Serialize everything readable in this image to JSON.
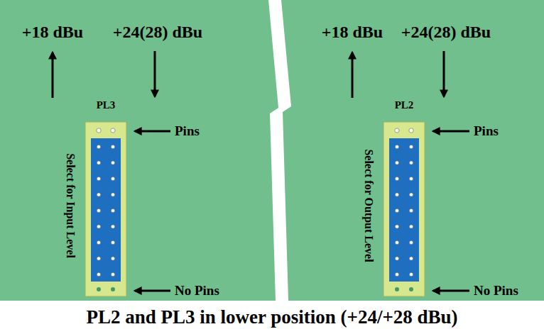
{
  "diagram": {
    "caption": "PL2 and PL3 in lower position (+24/+28 dBu)",
    "nodes": [
      {
        "text": [
          "PL3"
        ]
      },
      {
        "text": [
          "PL2"
        ]
      }
    ],
    "labels": [
      "+18 dBu",
      "+24(28) dBu",
      "Select for Input Level",
      "Pins",
      "No Pins",
      "+18 dBu",
      "+24(28) dBu",
      "Select for Output Level",
      "Pins",
      "No Pins"
    ]
  }
}
